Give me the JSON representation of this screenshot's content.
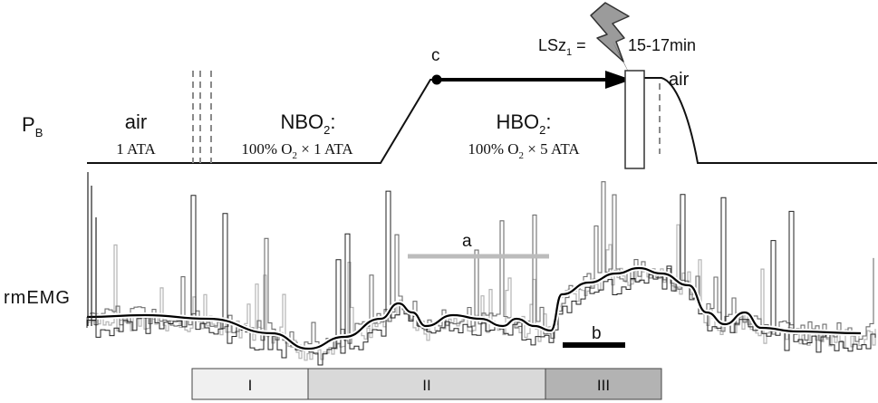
{
  "axis": {
    "pressure_label": "P",
    "pressure_subscript": "B",
    "emg_label": "rmEMG"
  },
  "phases": {
    "air": {
      "label": "air",
      "pressure": "1 ATA"
    },
    "nbo2": {
      "label_main": "NBO",
      "label_sub": "2",
      "label_colon": ":",
      "desc_pre": "100% O",
      "desc_sub": "2",
      "desc_post": " × 1 ATA"
    },
    "hbo2": {
      "label_main": "HBO",
      "label_sub": "2",
      "label_colon": ":",
      "desc_pre": "100% O",
      "desc_sub": "2",
      "desc_post": " × 5 ATA"
    },
    "air_end": {
      "label": "air"
    }
  },
  "markers": {
    "c": "c",
    "a": "a",
    "b": "b",
    "lsz": {
      "pre": "LSz",
      "sub": "1",
      "post": " =",
      "value": "15-17min"
    }
  },
  "stages": [
    {
      "label": "I",
      "color": "#f0f0f0"
    },
    {
      "label": "II",
      "color": "#d9d9d9"
    },
    {
      "label": "III",
      "color": "#b3b3b3"
    }
  ],
  "colors": {
    "trace_dark": "#222222",
    "trace_mid": "#6e6e6e",
    "trace_light": "#b4b4b4",
    "bar_a": "#bcbcbc",
    "bar_b": "#000000"
  }
}
